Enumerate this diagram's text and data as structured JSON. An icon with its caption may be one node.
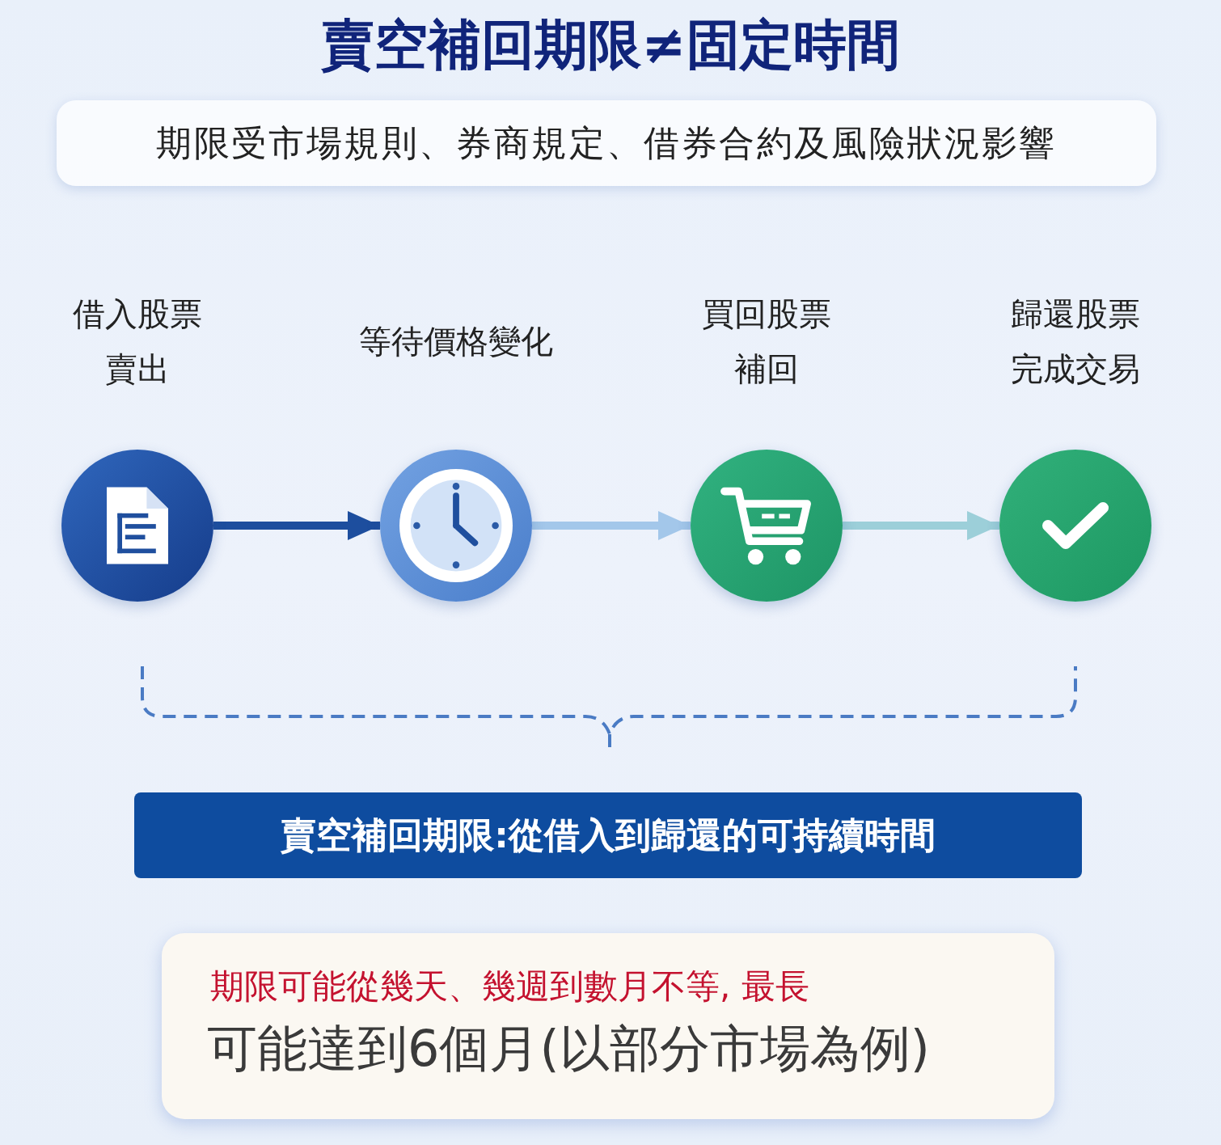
{
  "diagram": {
    "title": "賣空補回期限≠固定時間",
    "nodes": [
      {
        "text": [
          "期限受市場規則、券商規定、借券合約及風險狀況影響"
        ]
      },
      {
        "text": [],
        "shape": "circle",
        "beside": [
          "借入股票賣出"
        ]
      },
      {
        "text": [],
        "shape": "circle",
        "beside": [
          "等待價格變化"
        ]
      },
      {
        "text": [],
        "shape": "circle",
        "beside": [
          "買回股票補回"
        ]
      },
      {
        "text": [],
        "shape": "circle",
        "beside": [
          "歸還股票完成交易"
        ]
      },
      {
        "text": [
          "賣空補回期限:從借入到歸還的可持續時間"
        ]
      },
      {
        "text": [
          "期限可能從幾天、幾週到數月不等, 最長",
          "可能達到6個月(以部分市場為例)"
        ]
      }
    ],
    "edges": [
      {
        "from": 1,
        "to": 2,
        "arrow": "to",
        "color": "#1d4e9e"
      },
      {
        "from": 2,
        "to": 3,
        "arrow": "to",
        "color": "#a3c7ea"
      },
      {
        "from": 3,
        "to": 4,
        "arrow": "to",
        "color": "#9ccfd9"
      }
    ]
  }
}
